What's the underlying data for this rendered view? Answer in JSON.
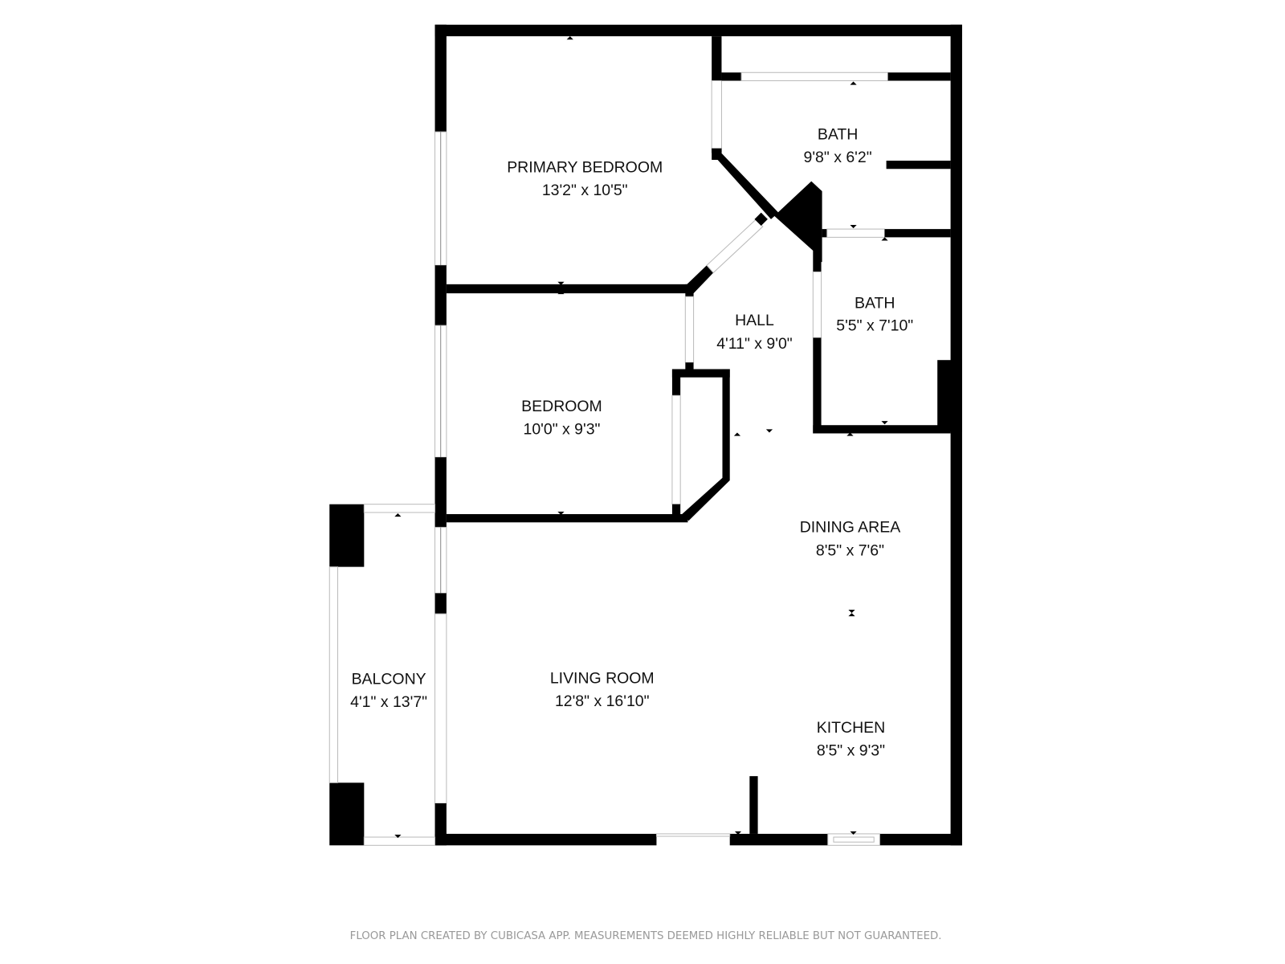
{
  "rooms": [
    {
      "name": "PRIMARY BEDROOM",
      "size": "13'2\" x 10'5\""
    },
    {
      "name": "BATH",
      "size": "9'8\" x 6'2\""
    },
    {
      "name": "HALL",
      "size": "4'11\" x 9'0\""
    },
    {
      "name": "BATH",
      "size": "5'5\" x 7'10\""
    },
    {
      "name": "BEDROOM",
      "size": "10'0\" x 9'3\""
    },
    {
      "name": "DINING AREA",
      "size": "8'5\" x 7'6\""
    },
    {
      "name": "BALCONY",
      "size": "4'1\" x 13'7\""
    },
    {
      "name": "LIVING ROOM",
      "size": "12'8\" x 16'10\""
    },
    {
      "name": "KITCHEN",
      "size": "8'5\" x 9'3\""
    }
  ],
  "footer": "FLOOR PLAN CREATED BY CUBICASA APP. MEASUREMENTS DEEMED HIGHLY RELIABLE BUT NOT GUARANTEED."
}
